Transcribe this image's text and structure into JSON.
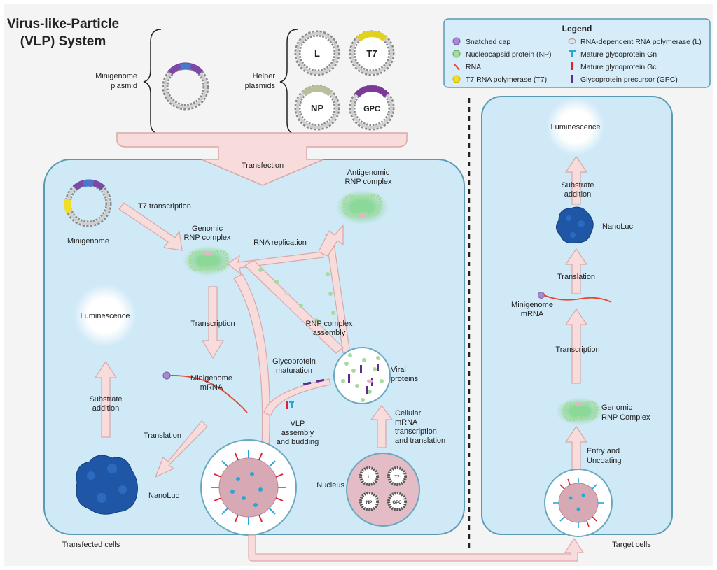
{
  "title": {
    "line1": "Virus-like-Particle",
    "line2": "(VLP) System"
  },
  "plasmids": {
    "minigenome_l1": "Minigenome",
    "minigenome_l2": "plasmid",
    "helper_l1": "Helper",
    "helper_l2": "plasmids",
    "L": "L",
    "T7": "T7",
    "NP": "NP",
    "GPC": "GPC"
  },
  "transfection": "Transfection",
  "legend": {
    "title": "Legend",
    "items": [
      {
        "label": "Snatched cap",
        "color": "#a78bd0"
      },
      {
        "label": "Nucleocapsid protein (NP)",
        "color": "#a5dba0"
      },
      {
        "label": "RNA",
        "color": "#e8452c"
      },
      {
        "label": "T7 RNA polymerase (T7)",
        "color": "#f2dc2a"
      },
      {
        "label": "RNA-dependent RNA polymerase (L)",
        "color": "#cfcfcf"
      },
      {
        "label": "Mature glycoprotein Gn",
        "color": "#27a7d8"
      },
      {
        "label": "Mature glycoprotein Gc",
        "color": "#e0202e"
      },
      {
        "label": "Glycoprotein precursor (GPC)",
        "color": "#5e2a8c"
      }
    ]
  },
  "left": {
    "minigenome": "Minigenome",
    "t7_transcription": "T7 transcription",
    "genomic_l1": "Genomic",
    "genomic_l2": "RNP complex",
    "rna_replication": "RNA replication",
    "anti_l1": "Antigenomic",
    "anti_l2": "RNP complex",
    "luminescence": "Luminescence",
    "transcription": "Transcription",
    "mrna_l1": "Minigenome",
    "mrna_l2": "mRNA",
    "substrate_l1": "Substrate",
    "substrate_l2": "addition",
    "translation": "Translation",
    "nanoluc": "NanoLuc",
    "rnp_assembly_l1": "RNP complex",
    "rnp_assembly_l2": "assembly",
    "glyco_l1": "Glycoprotein",
    "glyco_l2": "maturation",
    "viral_l1": "Viral",
    "viral_l2": "proteins",
    "vlp_l1": "VLP",
    "vlp_l2": "assembly",
    "vlp_l3": "and budding",
    "cellular_l1": "Cellular",
    "cellular_l2": "mRNA",
    "cellular_l3": "transcription",
    "cellular_l4": "and translation",
    "nucleus": "Nucleus",
    "transfected_cells": "Transfected cells"
  },
  "right": {
    "luminescence": "Luminescence",
    "substrate_l1": "Substrate",
    "substrate_l2": "addition",
    "nanoluc": "NanoLuc",
    "translation": "Translation",
    "mrna_l1": "Minigenome",
    "mrna_l2": "mRNA",
    "transcription": "Transcription",
    "genomic_l1": "Genomic",
    "genomic_l2": "RNP Complex",
    "entry_l1": "Entry and",
    "entry_l2": "Uncoating",
    "target_cells": "Target cells"
  },
  "colors": {
    "cell_fill": "#cfe9f7",
    "cell_stroke": "#5a9ab4",
    "arrow_fill": "#f8dcdc",
    "arrow_stroke": "#d9a8a8",
    "legend_fill": "#d6ecf8",
    "nanoluc": "#1f57a6"
  }
}
